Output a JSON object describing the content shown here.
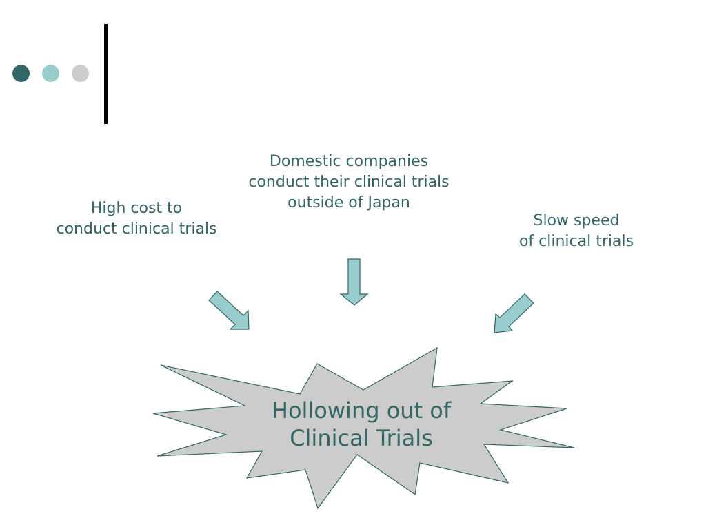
{
  "decor": {
    "dot_colors": [
      "#336666",
      "#99cccc",
      "#cccccc"
    ]
  },
  "causes": {
    "left": {
      "line1": "High cost to",
      "line2": "conduct clinical trials"
    },
    "center": {
      "line1": "Domestic companies",
      "line2": "conduct their clinical trials",
      "line3": "outside of Japan"
    },
    "right": {
      "line1": "Slow speed",
      "line2": "of clinical trials"
    }
  },
  "result": {
    "line1": "Hollowing out of",
    "line2": "Clinical Trials"
  },
  "colors": {
    "text": "#336666",
    "arrow_fill": "#99cccc",
    "burst_fill": "#cccccc",
    "outline": "#336666"
  }
}
